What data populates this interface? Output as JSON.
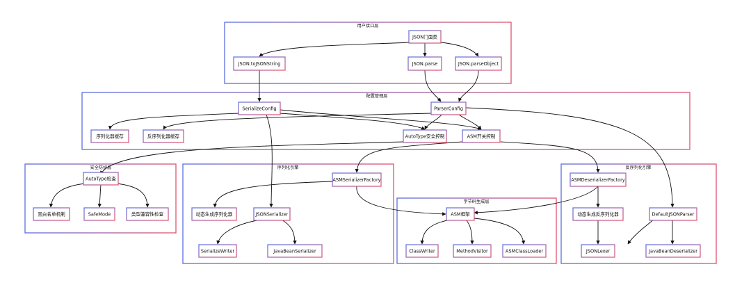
{
  "colors": {
    "blue": "#5b6ee1",
    "pink": "#e0526f",
    "edge": "#111111"
  },
  "groups": {
    "user_interface": "用户接口层",
    "config": "配置管理层",
    "security": "安全防护层",
    "serialization": "序列化引擎",
    "bytecode": "字节码生成层",
    "deserialization": "反序列化引擎"
  },
  "nodes": {
    "json_facade": "JSON门面类",
    "to_json_string": "JSON.toJSONString",
    "json_parse": "JSON.parse",
    "json_parse_object": "JSON.parseObject",
    "serialize_config": "SerializeConfig",
    "parser_config": "ParserConfig",
    "serializer_cache": "序列化器缓存",
    "deserializer_cache": "反序列化器缓存",
    "autotype_control": "AutoType安全控制",
    "asm_switch": "ASM开关控制",
    "autotype_check": "AutoType检查",
    "black_white_list": "黑白名单机制",
    "safe_mode": "SafeMode",
    "type_compat_check": "类型兼容性检查",
    "asm_serializer_factory": "ASMSerializerFactory",
    "dynamic_serializer": "动态生成序列化器",
    "json_serializer": "JSONSerializer",
    "serialize_writer": "SerializeWriter",
    "javabean_serializer": "JavaBeanSerializer",
    "asm_framework": "ASM框架",
    "class_writer": "ClassWriter",
    "method_visitor": "MethodVisitor",
    "asm_class_loader": "ASMClassLoader",
    "asm_deserializer_factory": "ASMDeserializerFactory",
    "dynamic_deserializer": "动态生成反序列化器",
    "default_json_parser": "DefaultJSONParser",
    "json_lexer": "JSONLexer",
    "javabean_deserializer": "JavaBeanDeserializer"
  }
}
